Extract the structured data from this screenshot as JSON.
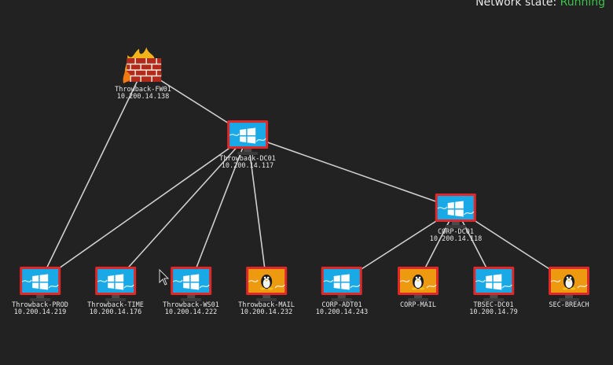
{
  "status": {
    "label": "Network state:",
    "value": "Running",
    "value_color": "#3cc24a"
  },
  "colors": {
    "monitor_frame": "#e02828",
    "windows_screen": "#19a9e6",
    "linux_screen": "#ee9a10",
    "link": "#cfcfcf"
  },
  "nodes": [
    {
      "id": "fw01",
      "icon": "firewall-icon",
      "name": "Throwback-FW01",
      "ip": "10.200.14.138"
    },
    {
      "id": "dc01",
      "icon": "windows-monitor-icon",
      "name": "Throwback-DC01",
      "ip": "10.200.14.117"
    },
    {
      "id": "corp-dc01",
      "icon": "windows-monitor-icon",
      "name": "CORP-DC01",
      "ip": "10.200.14.118"
    },
    {
      "id": "prod",
      "icon": "windows-monitor-icon",
      "name": "Throwback-PROD",
      "ip": "10.200.14.219"
    },
    {
      "id": "time",
      "icon": "windows-monitor-icon",
      "name": "Throwback-TIME",
      "ip": "10.200.14.176"
    },
    {
      "id": "ws01",
      "icon": "windows-monitor-icon",
      "name": "Throwback-WS01",
      "ip": "10.200.14.222"
    },
    {
      "id": "mail",
      "icon": "linux-monitor-icon",
      "name": "Throwback-MAIL",
      "ip": "10.200.14.232"
    },
    {
      "id": "adt01",
      "icon": "windows-monitor-icon",
      "name": "CORP-ADT01",
      "ip": "10.200.14.243"
    },
    {
      "id": "corp-mail",
      "icon": "linux-monitor-icon",
      "name": "CORP-MAIL",
      "ip": ""
    },
    {
      "id": "tbsec-dc01",
      "icon": "windows-monitor-icon",
      "name": "TBSEC-DC01",
      "ip": "10.200.14.79"
    },
    {
      "id": "sec-breach",
      "icon": "linux-monitor-icon",
      "name": "SEC-BREACH",
      "ip": ""
    }
  ],
  "links": [
    [
      "fw01",
      "dc01"
    ],
    [
      "fw01",
      "prod"
    ],
    [
      "dc01",
      "prod"
    ],
    [
      "dc01",
      "time"
    ],
    [
      "dc01",
      "ws01"
    ],
    [
      "dc01",
      "mail"
    ],
    [
      "dc01",
      "corp-dc01"
    ],
    [
      "corp-dc01",
      "adt01"
    ],
    [
      "corp-dc01",
      "corp-mail"
    ],
    [
      "corp-dc01",
      "tbsec-dc01"
    ],
    [
      "corp-dc01",
      "sec-breach"
    ]
  ]
}
